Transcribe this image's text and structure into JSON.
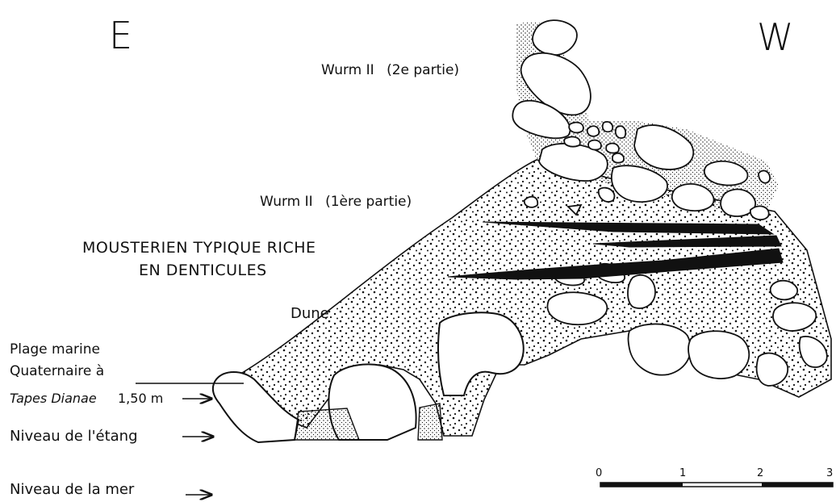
{
  "orientation": {
    "east": "E",
    "west": "W"
  },
  "layers": {
    "wurm_upper_prefix": "Wurm II",
    "wurm_upper_part": "(2e partie)",
    "wurm_lower_prefix": "Wurm II",
    "wurm_lower_part": "(1ère partie)",
    "industry_line1": "MOUSTERIEN TYPIQUE RICHE",
    "industry_line2": "EN DENTICULES",
    "dune": "Dune"
  },
  "levels": {
    "plage_line1": "Plage marine",
    "plage_line2": "Quaternaire à",
    "plage_species": "Tapes Dianae",
    "plage_height": "1,50 m",
    "etang": "Niveau de l'étang",
    "mer": "Niveau de la mer"
  },
  "scale_bar": {
    "ticks": [
      "0",
      "1",
      "2",
      "3"
    ]
  },
  "colors": {
    "ink": "#111111",
    "background": "#ffffff"
  }
}
